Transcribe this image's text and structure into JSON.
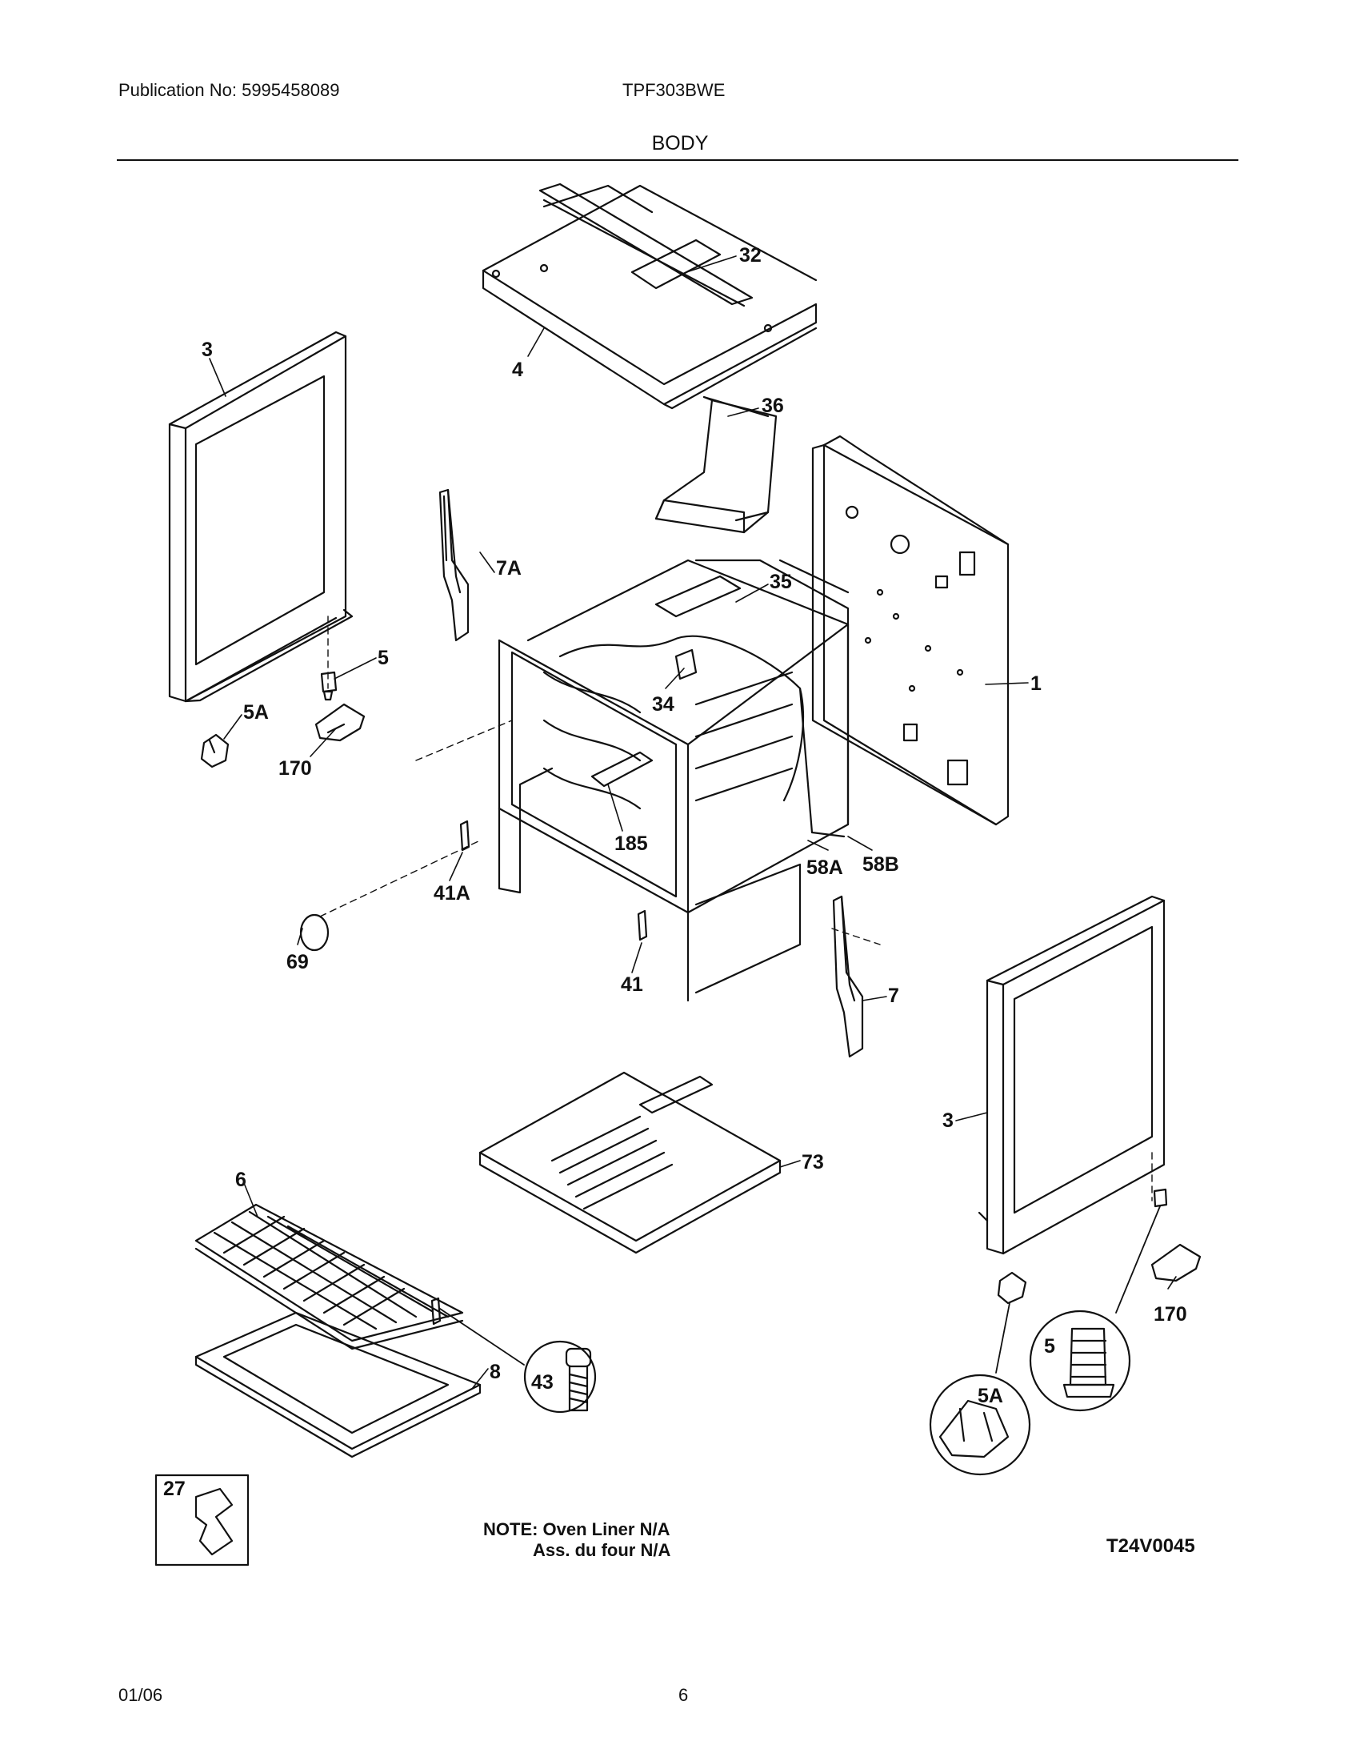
{
  "header": {
    "publication": "Publication No: 5995458089",
    "model": "TPF303BWE",
    "section": "BODY"
  },
  "callouts": {
    "c32": "32",
    "c4": "4",
    "c3_left": "3",
    "c36": "36",
    "c7A": "7A",
    "c35": "35",
    "c1": "1",
    "c5_left": "5",
    "c5A_left": "5A",
    "c170_left": "170",
    "c34": "34",
    "c185": "185",
    "c41A": "41A",
    "c58A": "58A",
    "c58B": "58B",
    "c69": "69",
    "c41": "41",
    "c7": "7",
    "c3_right": "3",
    "c73": "73",
    "c6": "6",
    "c8": "8",
    "c43": "43",
    "c170_right": "170",
    "c5_circle": "5",
    "c5A_circle": "5A",
    "c27": "27"
  },
  "notes": {
    "line1": "NOTE: Oven Liner N/A",
    "line2": "Ass. du four N/A",
    "diagram_code": "T24V0045"
  },
  "footer": {
    "date": "01/06",
    "page": "6"
  }
}
